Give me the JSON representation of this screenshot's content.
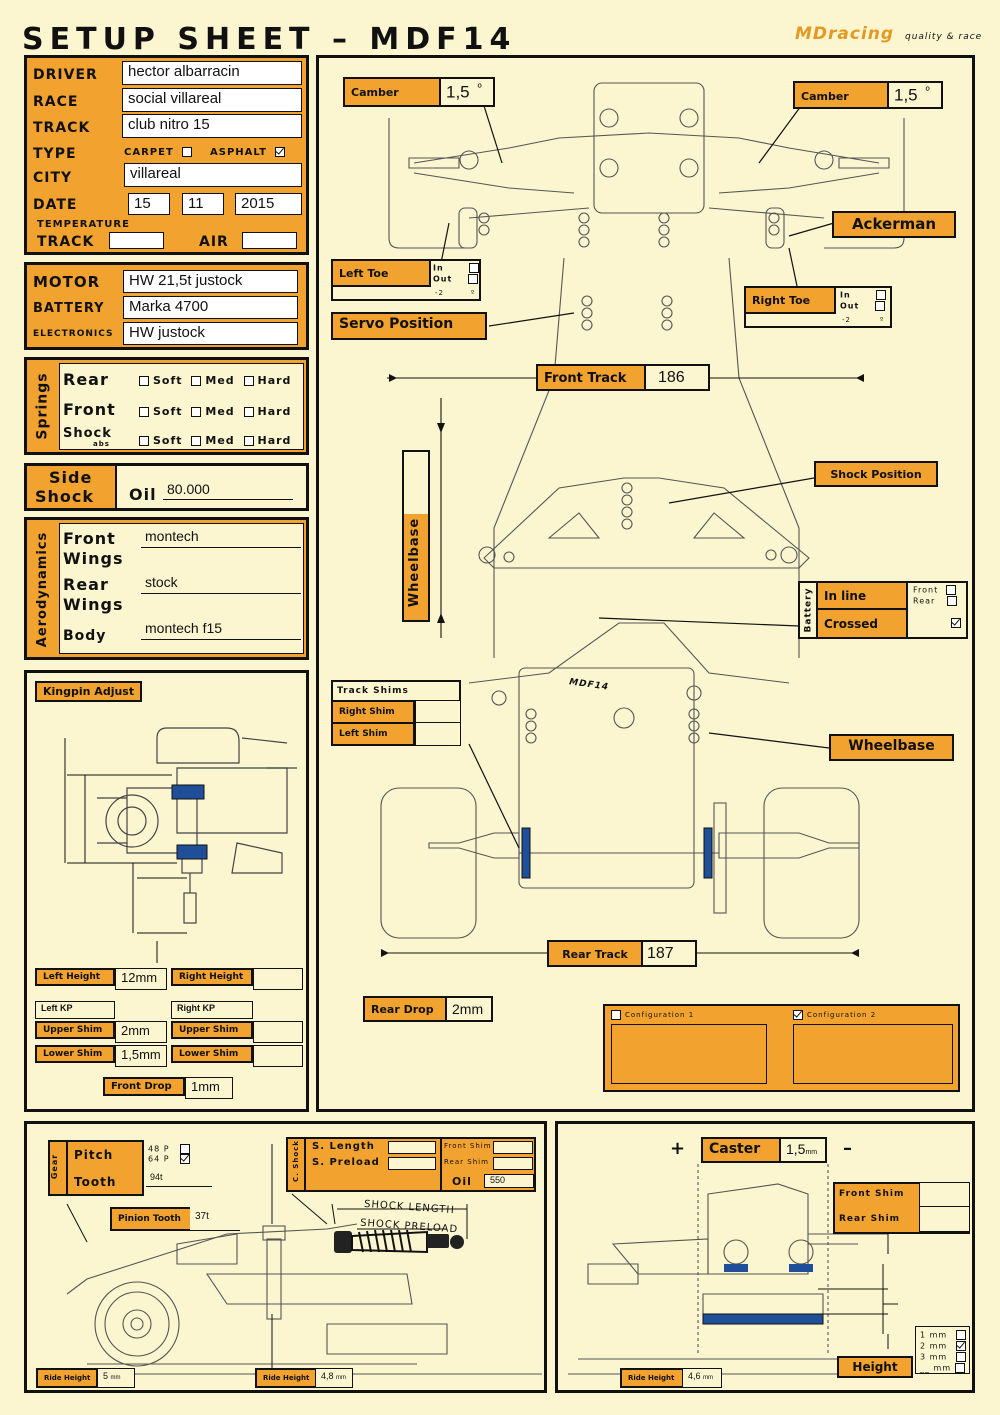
{
  "header": {
    "title": "SETUP SHEET – MDF14",
    "brand": "MDracing",
    "brand_suffix": "quality & race"
  },
  "driver_panel": {
    "driver_label": "DRIVER",
    "driver": "hector albarracin",
    "race_label": "RACE",
    "race": "social villareal",
    "track_label": "TRACK",
    "track": "club nitro 15",
    "type_label": "TYPE",
    "carpet_label": "CARPET",
    "asphalt_label": "ASPHALT",
    "carpet_checked": false,
    "asphalt_checked": true,
    "city_label": "CITY",
    "city": "villareal",
    "date_label": "DATE",
    "day": "15",
    "month": "11",
    "year": "2015",
    "temp_label": "TEMPERATURE",
    "temp_track_label": "TRACK",
    "temp_track": "",
    "temp_air_label": "AIR",
    "temp_air": ""
  },
  "motor_panel": {
    "motor_label": "MOTOR",
    "motor": "HW 21,5t justock",
    "battery_label": "BATTERY",
    "battery": "Marka 4700",
    "electronics_label": "ELECTRONICS",
    "electronics": "HW justock"
  },
  "springs_panel": {
    "title": "Springs",
    "rear_label": "Rear",
    "front_label": "Front",
    "shock_label": "Shock",
    "shock_sub": "abs",
    "soft_label": "Soft",
    "med_label": "Med",
    "hard_label": "Hard"
  },
  "side_shock": {
    "label_1": "Side",
    "label_2": "Shock",
    "oil_label": "Oil",
    "oil": "80.000"
  },
  "aero_panel": {
    "title": "Aerodynamics",
    "front_wings_label_1": "Front",
    "front_wings_label_2": "Wings",
    "front_wings": "montech",
    "rear_wings_label_1": "Rear",
    "rear_wings_label_2": "Wings",
    "rear_wings": "stock",
    "body_label": "Body",
    "body": "montech f15"
  },
  "kingpin_panel": {
    "title": "Kingpin Adjust",
    "left_height_label": "Left Height",
    "left_height": "12mm",
    "right_height_label": "Right Height",
    "right_height": "",
    "left_kp_label": "Left KP",
    "right_kp_label": "Right KP",
    "left_upper_label": "Upper Shim",
    "left_upper": "2mm",
    "left_lower_label": "Lower Shim",
    "left_lower": "1,5mm",
    "right_upper_label": "Upper Shim",
    "right_upper": "",
    "right_lower_label": "Lower Shim",
    "right_lower": "",
    "front_drop_label": "Front Drop",
    "front_drop": "1mm"
  },
  "chassis_panel": {
    "camber_left_label": "Camber",
    "camber_left": "1,5",
    "camber_right_label": "Camber",
    "camber_right": "1,5",
    "degree": "º",
    "ackerman_label": "Ackerman",
    "left_toe_label": "Left Toe",
    "right_toe_label": "Right Toe",
    "in_label": "In",
    "out_label": "Out",
    "toe_scale_left": "-2",
    "toe_scale_right": "-2",
    "toe_scale_unit": "º",
    "servo_label": "Servo Position",
    "front_track_label": "Front Track",
    "front_track": "186",
    "wheelbase_vert_label": "Wheelbase",
    "shock_position_label": "Shock Position",
    "battery_vert_label": "Battery",
    "in_line_label": "In line",
    "crossed_label": "Crossed",
    "front_label": "Front",
    "rear_label": "Rear",
    "crossed_checked": true,
    "track_shims_label": "Track Shims",
    "right_shim_label": "Right Shim",
    "left_shim_label": "Left Shim",
    "wheelbase_label": "Wheelbase",
    "rear_track_label": "Rear Track",
    "rear_track": "187",
    "rear_drop_label": "Rear Drop",
    "rear_drop": "2mm",
    "config1_label": "Configuration 1",
    "config2_label": "Configuration 2",
    "config2_checked": true,
    "logo_text": "MDF14"
  },
  "gear_panel": {
    "gear_vert": "Gear",
    "pitch_label": "Pitch",
    "p48_label": "48 P",
    "p64_label": "64 P",
    "p64_checked": true,
    "tooth_label": "Tooth",
    "tooth": "94t",
    "pinion_label": "Pinion Tooth",
    "pinion": "37t",
    "cshock_vert": "C. Shock",
    "s_length_label": "S. Length",
    "s_preload_label": "S. Preload",
    "front_shim_label": "Front Shim",
    "rear_shim_label": "Rear Shim",
    "oil_label": "Oil",
    "oil": "550",
    "shock_length_label": "SHOCK LENGTH",
    "shock_preload_label": "SHOCK PRELOAD",
    "ride_height_label": "Ride Height",
    "ride_height_1": "5",
    "ride_height_2": "4,8",
    "mm": "mm"
  },
  "caster_panel": {
    "plus": "+",
    "minus": "–",
    "caster_label": "Caster",
    "caster": "1,5",
    "mm": "mm",
    "front_shim_label": "Front Shim",
    "rear_shim_label": "Rear Shim",
    "height_label": "Height",
    "h1": "1 mm",
    "h2": "2 mm",
    "h3": "3 mm",
    "h4": "__ mm",
    "h2_checked": true,
    "ride_height_label": "Ride Height",
    "ride_height": "4,6"
  },
  "colors": {
    "accent": "#f2a22e",
    "paper": "#fbf6d0",
    "shim_blue": "#1f4f99"
  }
}
